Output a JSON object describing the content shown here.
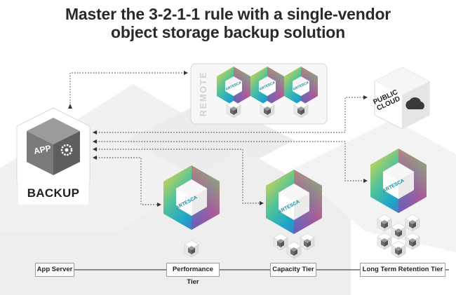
{
  "title": {
    "line1": "Master the 3-2-1-1 rule with a single-vendor",
    "line2": "object storage backup solution"
  },
  "backup": {
    "app_label": "APP",
    "label": "BACKUP"
  },
  "remote": {
    "label": "REMOTE",
    "nodes": [
      {
        "logo": "ARTESCA"
      },
      {
        "logo": "ARTESCA"
      },
      {
        "logo": "ARTESCA"
      }
    ]
  },
  "public_cloud": {
    "line1": "PUBLIC",
    "line2": "CLOUD"
  },
  "tiers": [
    {
      "name": "Performance Tier",
      "logo": "ARTESCA"
    },
    {
      "name": "Capacity Tier",
      "logo": "ARTESCA"
    },
    {
      "name": "Long Term Retention Tier",
      "logo": "ARTESCA"
    }
  ],
  "timeline": {
    "app_server": "App Server",
    "performance": "Performance Tier",
    "capacity": "Capacity Tier",
    "long_term": "Long Term Retention Tier"
  },
  "colors": {
    "title": "#2a2a2a",
    "teal": "#1a8a9a",
    "hex_top": "#e6d23a",
    "hex_right": "#1ea6c9",
    "hex_bottom": "#7a3fb8",
    "hex_left": "#e0428c",
    "dark_cube": "#6a6a6a"
  }
}
